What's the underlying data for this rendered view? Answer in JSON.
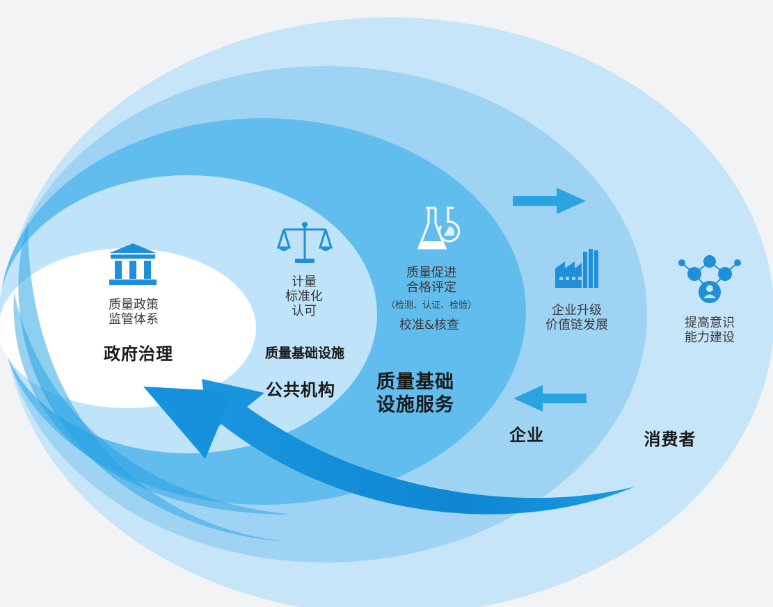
{
  "colors": {
    "background": "#f2f3f4",
    "ring_consumers": "#c6e5f8",
    "ring_enterprises": "#9fd3f4",
    "ring_services": "#62bdef",
    "ring_institutions": "#bfe3f8",
    "core": "#ffffff",
    "arrow": "#2aa3e3",
    "icon": "#1f8fd8",
    "text": "#1a1a1a"
  },
  "core": {
    "icon": "government-building-icon",
    "lines": [
      "质量政策",
      "监管体系"
    ],
    "title": "政府治理"
  },
  "public_institutions": {
    "icon": "balance-scale-icon",
    "lines": [
      "计量",
      "标准化",
      "认可"
    ],
    "subtitle": "质量基础设施",
    "title": "公共机构"
  },
  "services": {
    "icon": "lab-flask-icon",
    "lines": [
      "质量促进",
      "合格评定"
    ],
    "note": "（检测、认证、检验）",
    "line_after": "校准&核查",
    "title_lines": [
      "质量基础",
      "设施服务"
    ]
  },
  "enterprises": {
    "icon": "factory-icon",
    "lines": [
      "企业升级",
      "价值链发展"
    ],
    "title": "企业",
    "arrow_right": "right-arrow-icon",
    "arrow_left": "left-arrow-icon"
  },
  "consumers": {
    "icon": "people-network-icon",
    "lines": [
      "提高意识",
      "能力建设"
    ],
    "title": "消费者"
  },
  "feedback_arrow": "feedback-swoosh-arrow-icon"
}
